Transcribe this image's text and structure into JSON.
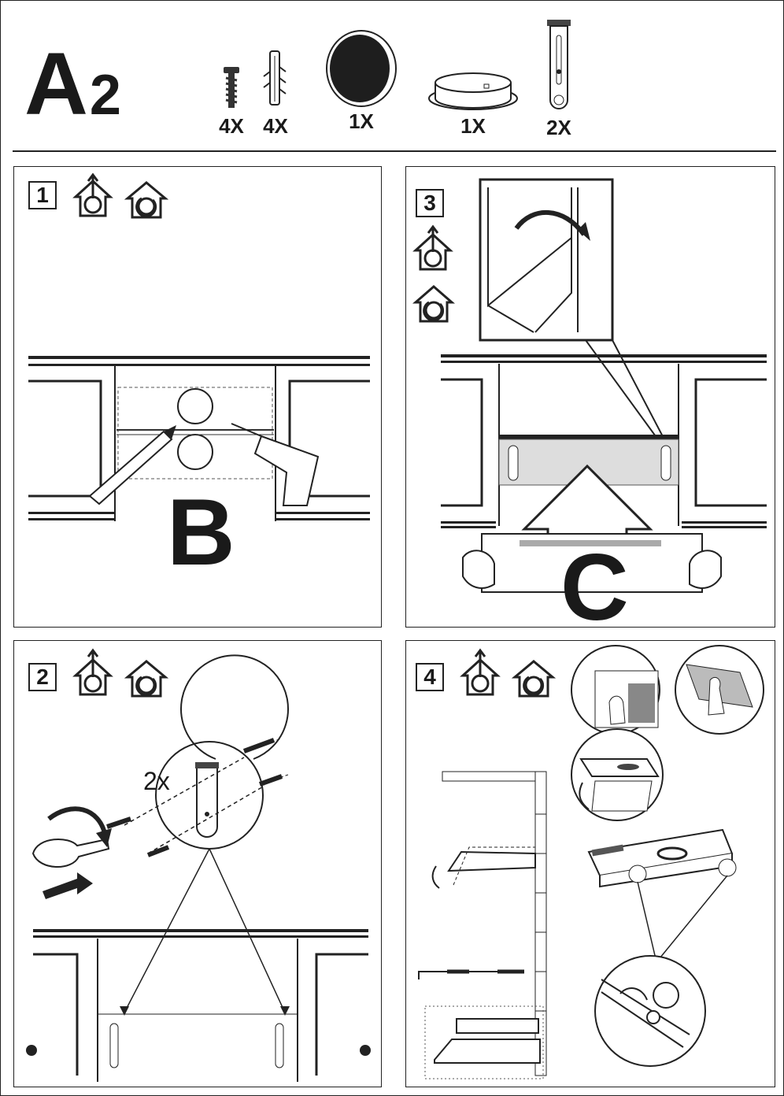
{
  "header": {
    "code_letter": "A",
    "code_number": "2",
    "parts": [
      {
        "icon": "screw-icon",
        "qty": "4X"
      },
      {
        "icon": "wall-plug-icon",
        "qty": "4X"
      },
      {
        "icon": "carbon-filter-icon",
        "qty": "1X"
      },
      {
        "icon": "flange-ring-icon",
        "qty": "1X"
      },
      {
        "icon": "bracket-icon",
        "qty": "2X"
      }
    ]
  },
  "steps": {
    "s1": {
      "number": "1",
      "label": "B"
    },
    "s2": {
      "number": "2",
      "multiplier": "2x"
    },
    "s3": {
      "number": "3",
      "label": "C"
    },
    "s4": {
      "number": "4"
    }
  }
}
